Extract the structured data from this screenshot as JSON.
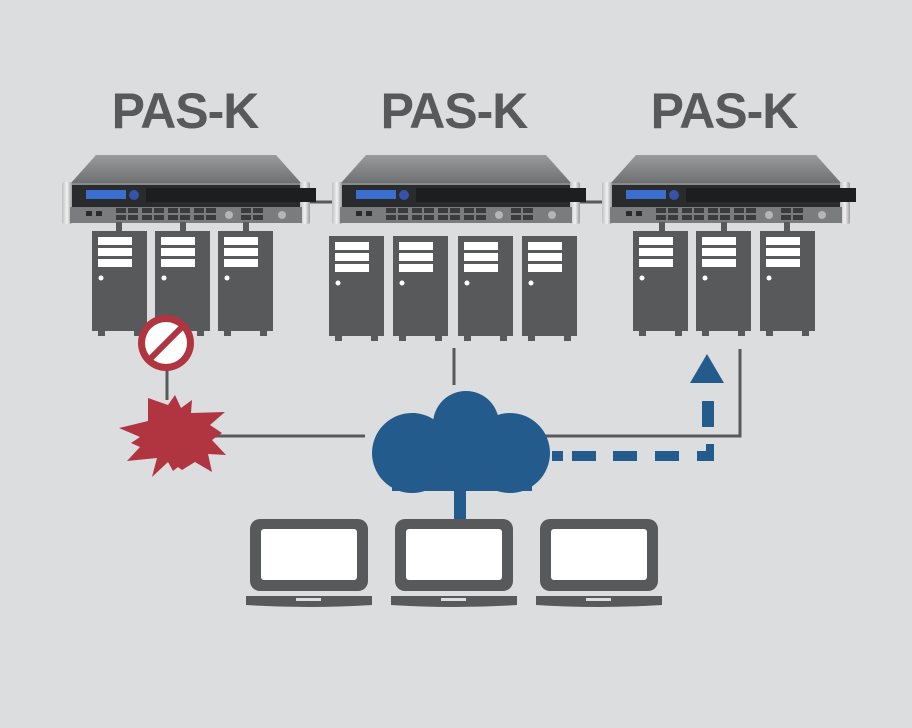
{
  "diagram": {
    "title": "PAS-K load balancer cluster diagram",
    "colors": {
      "background": "#dcddde",
      "device_gray": "#58595b",
      "cloud_blue": "#235b8d",
      "alert_red": "#b13441",
      "screen_white": "#ffffff",
      "lcd_blue": "#3a6fd0"
    },
    "appliances": [
      {
        "label": "PAS-K",
        "server_count": 3
      },
      {
        "label": "PAS-K",
        "server_count": 4
      },
      {
        "label": "PAS-K",
        "server_count": 3
      }
    ],
    "blocked_icon": "no-entry-icon",
    "attack_icon": "explosion-burst-icon",
    "network_icon": "cloud-icon",
    "redirect_arrow": "dashed-arrow-up-icon",
    "client_count": 3,
    "client_icon": "laptop-icon"
  }
}
